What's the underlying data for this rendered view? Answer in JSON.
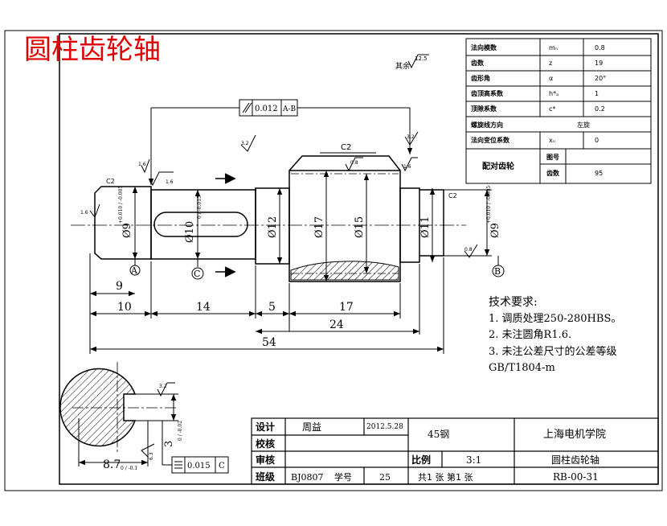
{
  "title": "圆柱齿轮轴",
  "colors": {
    "title": "#e00000",
    "line": "#000000"
  },
  "roughness": {
    "rest_label": "其余",
    "rest_value": "12.5",
    "r32": "3.2",
    "r16": "1.6",
    "r08": "0.8",
    "r63": "6.3"
  },
  "gear_params": [
    {
      "name": "法向模数",
      "sym": "mₙ",
      "val": "0.8"
    },
    {
      "name": "齿数",
      "sym": "z",
      "val": "19"
    },
    {
      "name": "齿形角",
      "sym": "α",
      "val": "20°"
    },
    {
      "name": "齿顶高系数",
      "sym": "h*ₐ",
      "val": "1"
    },
    {
      "name": "顶隙系数",
      "sym": "c*",
      "val": "0.2"
    },
    {
      "name": "螺旋线方向",
      "sym": "",
      "val": "左旋"
    },
    {
      "name": "法向变位系数",
      "sym": "xₙ",
      "val": "0"
    }
  ],
  "mating": {
    "label": "配对齿轮",
    "code_label": "图号",
    "code": "",
    "teeth_label": "齿数",
    "teeth": "95"
  },
  "tolerance": {
    "runout": "0.012",
    "runout_datum": "A-B",
    "sym": "0.015",
    "sym_datum": "C"
  },
  "chamfer": {
    "main": "C2",
    "left": "C2",
    "right": "C2"
  },
  "datums": {
    "a": "A",
    "b": "B",
    "c": "C"
  },
  "diameters": {
    "d9_left": "Ø9",
    "d9_left_tol": "+0.010 / -0.005",
    "d10": "Ø10",
    "d10_tol": "0 / -0.015",
    "d12": "Ø12",
    "d17": "Ø17",
    "d15": "Ø15",
    "d11": "Ø11",
    "d9_right": "Ø9",
    "d9_right_tol": "+0.010 / -0.005"
  },
  "lengths": {
    "l9": "9",
    "l10": "10",
    "l14": "14",
    "l5": "5",
    "l17": "17",
    "l24": "24",
    "l54": "54"
  },
  "section": {
    "width": "3",
    "width_tol": "0 / -0.02",
    "depth": "8.7",
    "depth_tol": "0 / -0.1"
  },
  "tech_req": {
    "heading": "技术要求:",
    "items": [
      "1. 调质处理250-280HBS。",
      "2. 未注圆角R1.6.",
      "3. 未注公差尺寸的公差等级",
      "GB/T1804-m"
    ]
  },
  "title_block": {
    "design_label": "设计",
    "designer": "周益",
    "date": "2012.5.28",
    "check_label": "校核",
    "review_label": "审核",
    "class_label": "班级",
    "class_val": "BJ0807",
    "student_no_label": "学号",
    "student_no": "25",
    "material": "45钢",
    "scale_label": "比例",
    "scale": "3:1",
    "sheets": "共1 张  第1 张",
    "school": "上海电机学院",
    "part_name": "圆柱齿轮轴",
    "drawing_no": "RB-00-31"
  }
}
